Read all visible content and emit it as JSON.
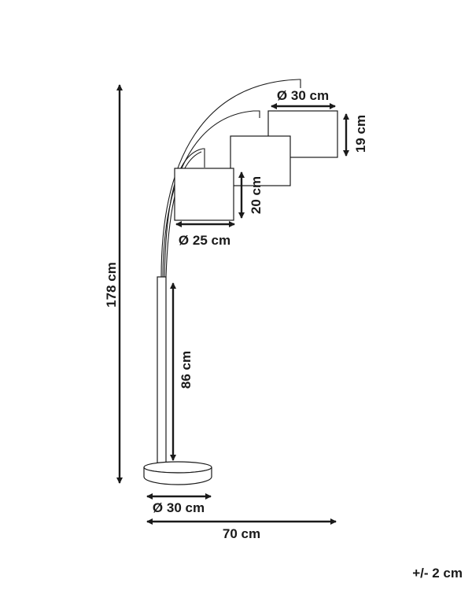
{
  "dimensions": {
    "total_height": "178 cm",
    "base_height": "86 cm",
    "base_diameter": "Ø 30 cm",
    "total_width": "70 cm",
    "large_shade_diameter": "Ø 30 cm",
    "large_shade_height": "19 cm",
    "small_shade_diameter": "Ø 25 cm",
    "small_shade_height": "20 cm",
    "tolerance": "+/- 2 cm"
  }
}
